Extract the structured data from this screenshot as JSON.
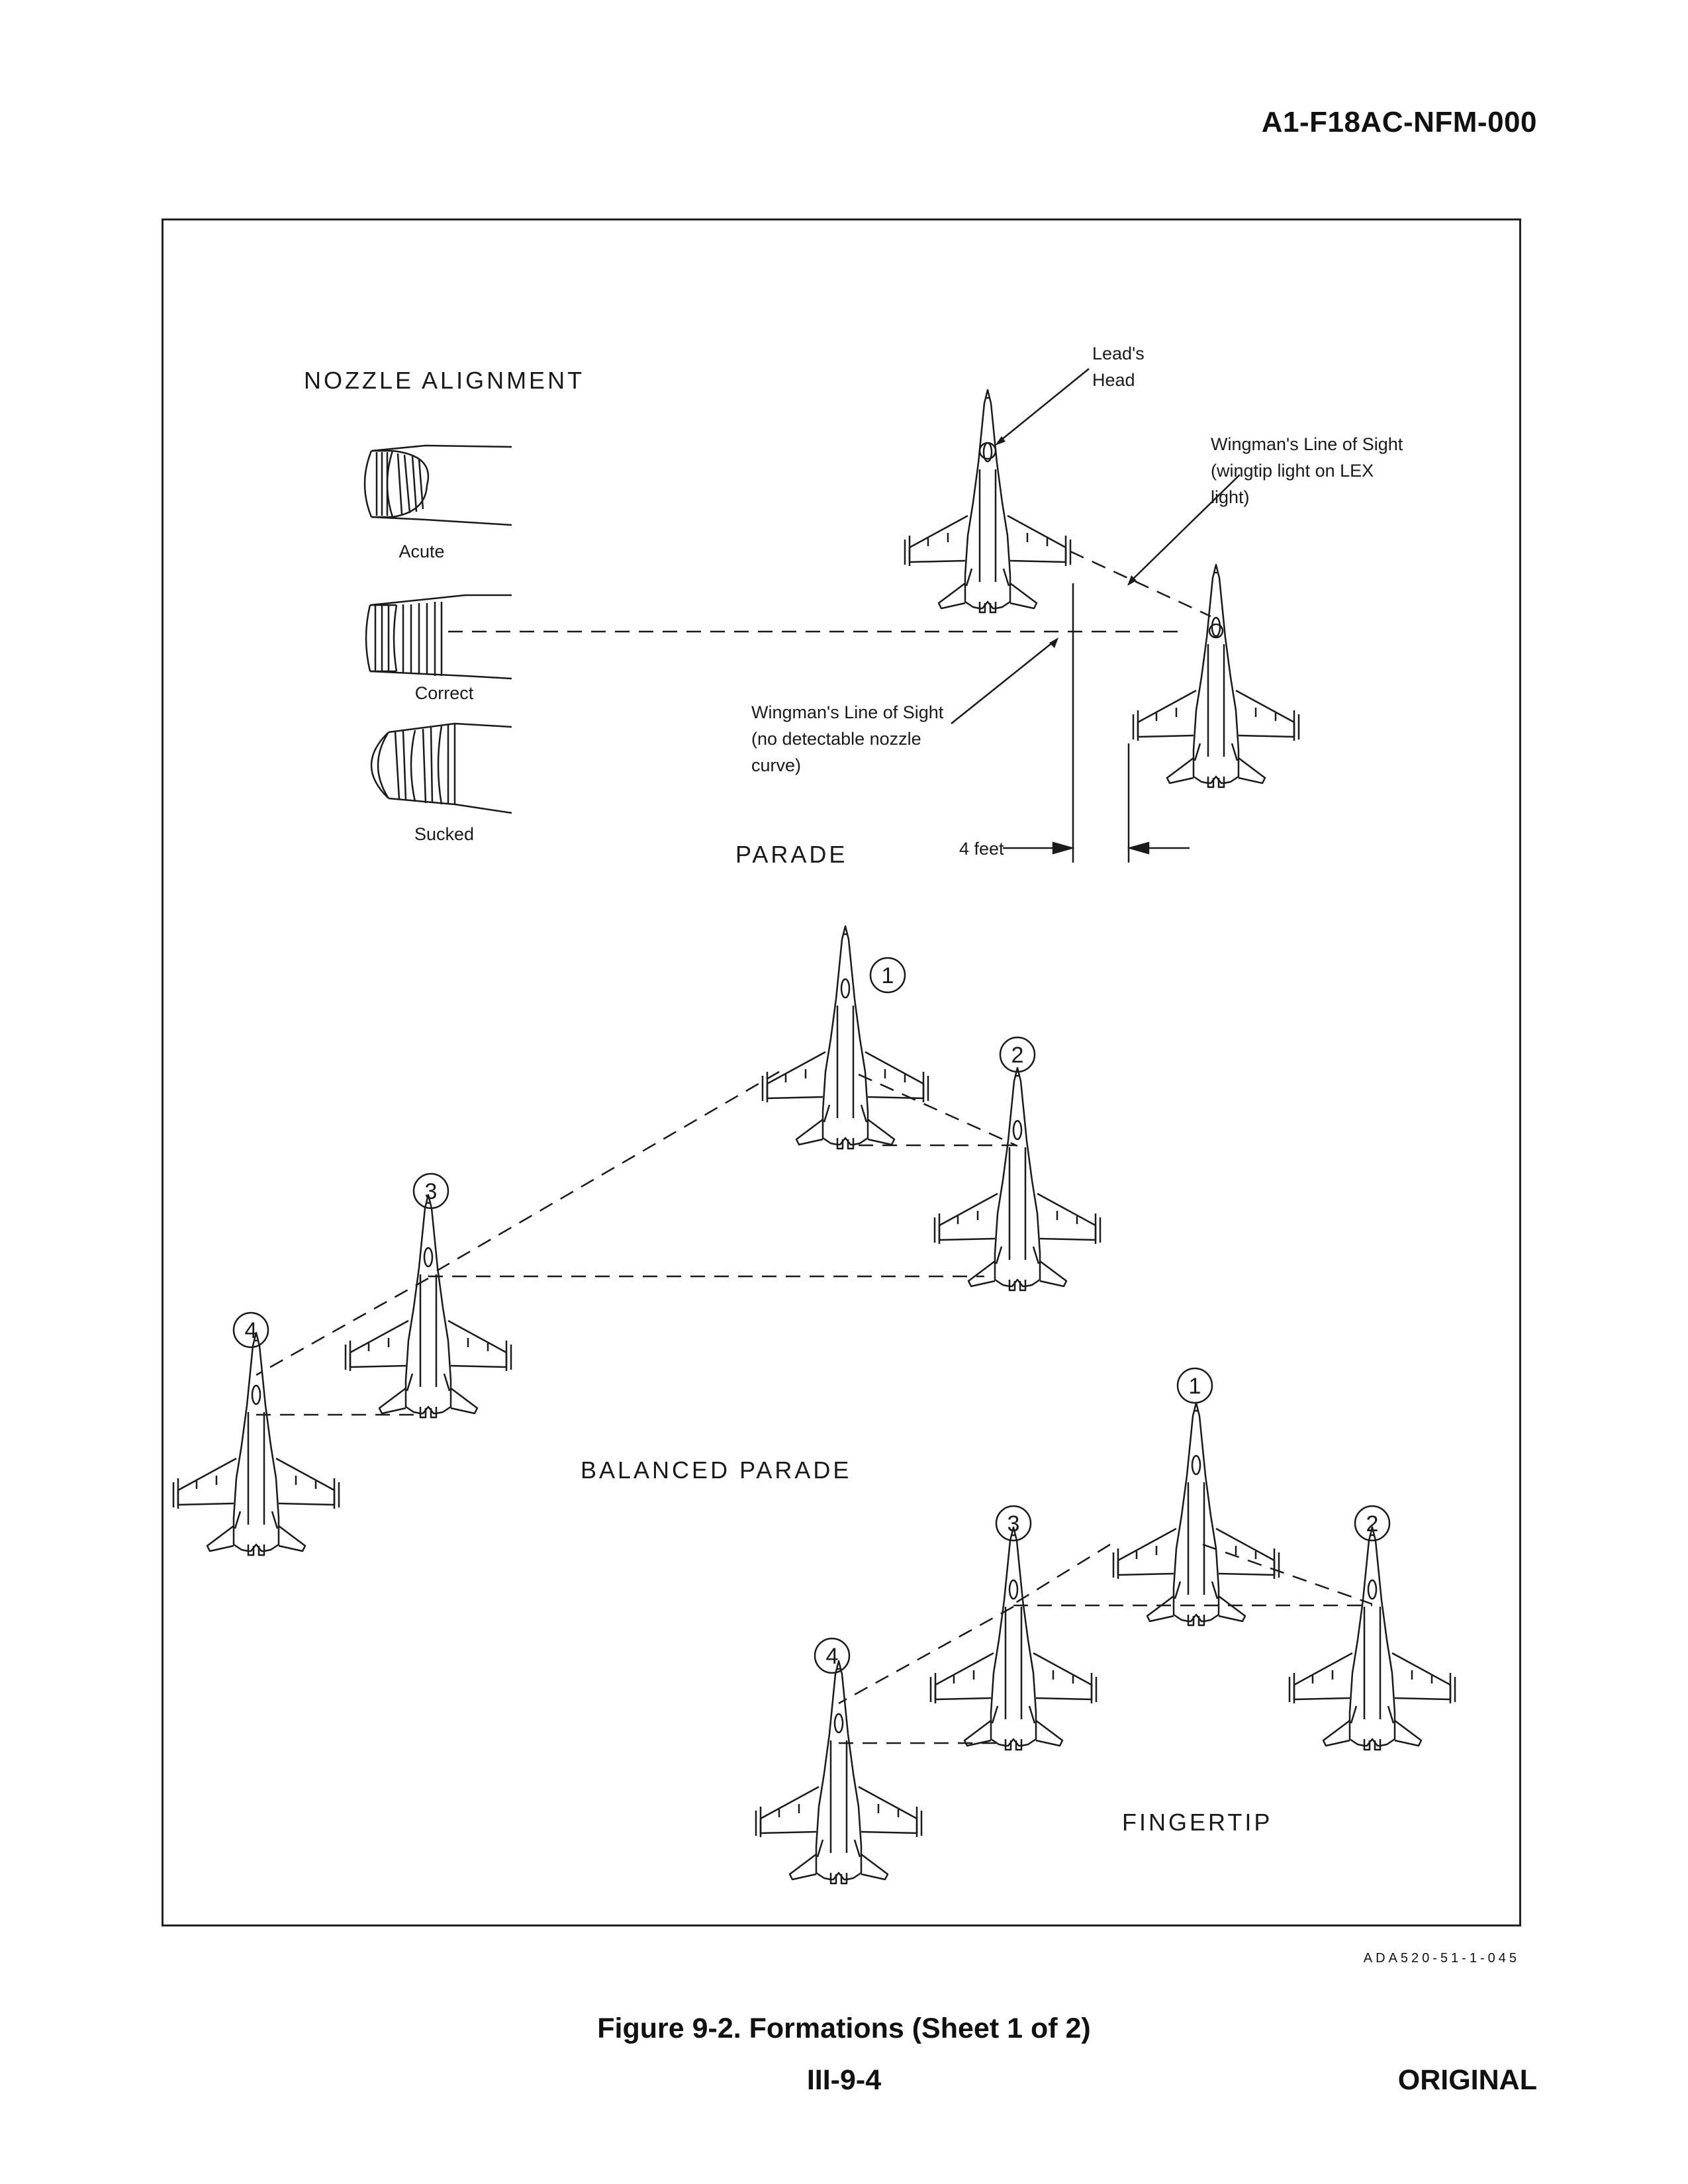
{
  "header": {
    "document_id": "A1-F18AC-NFM-000"
  },
  "figure": {
    "nozzle_alignment": {
      "heading": "NOZZLE ALIGNMENT",
      "acute": "Acute",
      "correct": "Correct",
      "sucked": "Sucked"
    },
    "parade": {
      "heading": "PARADE",
      "leads_head_1": "Lead's",
      "leads_head_2": "Head",
      "los_lex_1": "Wingman's Line of Sight",
      "los_lex_2": "(wingtip light on LEX",
      "los_lex_3": "light)",
      "los_nozzle_1": "Wingman's Line of Sight",
      "los_nozzle_2": "(no detectable nozzle",
      "los_nozzle_3": "curve)",
      "spacing": "4 feet"
    },
    "balanced_parade": {
      "heading": "BALANCED PARADE",
      "positions": [
        "1",
        "2",
        "3",
        "4"
      ]
    },
    "fingertip": {
      "heading": "FINGERTIP",
      "positions": [
        "1",
        "2",
        "3",
        "4"
      ]
    },
    "art_code": "ADA520-51-1-045"
  },
  "caption": "Figure 9-2. Formations (Sheet 1 of 2)",
  "footer": {
    "page_number": "III-9-4",
    "status": "ORIGINAL"
  }
}
